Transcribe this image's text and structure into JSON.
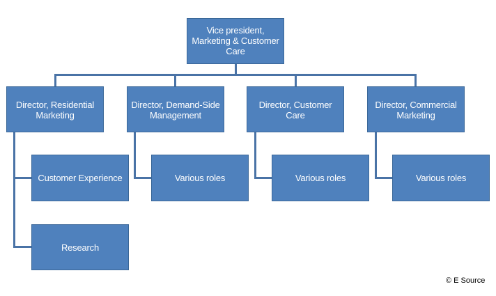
{
  "org_chart": {
    "root": {
      "title": "Vice president, Marketing & Customer Care"
    },
    "directors": [
      {
        "title": "Director, Residential Marketing",
        "children": [
          "Customer Experience",
          "Research"
        ]
      },
      {
        "title": "Director, Demand-Side Management",
        "children": [
          "Various roles"
        ]
      },
      {
        "title": "Director, Customer Care",
        "children": [
          "Various roles"
        ]
      },
      {
        "title": "Director, Commercial Marketing",
        "children": [
          "Various roles"
        ]
      }
    ]
  },
  "colors": {
    "box_fill": "#4f81bd",
    "connector": "#4a73a6",
    "text": "#ffffff"
  },
  "credit": "© E Source"
}
